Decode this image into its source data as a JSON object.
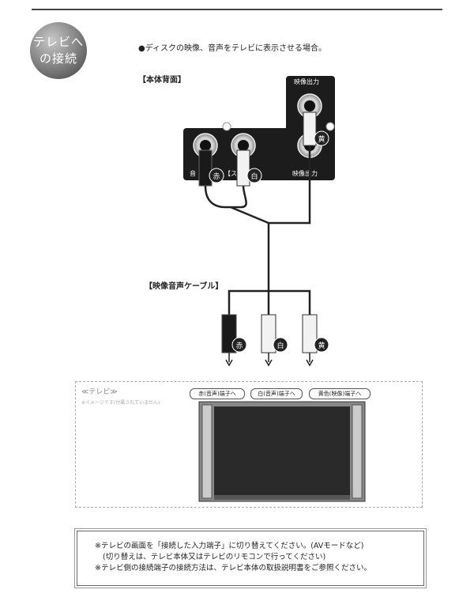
{
  "badge": {
    "line1": "テレビへ",
    "line2": "の接続"
  },
  "intro": "●ディスクの映像、音声をテレビに表示させる場合。",
  "rear_panel": {
    "label": "【本体背面】",
    "video_out_top": "映像出力",
    "video_out_bottom": "映像出力",
    "audio_out_fragment": "音",
    "audio_bracket": "【",
    "audio_tag": "ス"
  },
  "plugs_top": {
    "red": "赤",
    "white": "白",
    "yellow": "黄"
  },
  "cable": {
    "label": "【映像音声ケーブル】",
    "red": "赤",
    "white": "白",
    "yellow": "黄"
  },
  "tv": {
    "label": "≪テレビ≫",
    "note": "※イメージです(付属されていません)",
    "tags": [
      "赤(音声)端子へ",
      "白(音声)端子へ",
      "黄色(映像)端子へ"
    ]
  },
  "notes": {
    "line1": "※テレビの画面を「接続した入力端子」に切り替えてください。(AVモードなど)",
    "line2": "(切り替えは、テレビ本体又はテレビのリモコンで行ってください)",
    "line3": "※テレビ側の接続端子の接続方法は、テレビ本体の取扱説明書をご参照ください。"
  },
  "colors": {
    "panel": "#1c1c1c",
    "plug_dark": "#1a1a1a",
    "plug_light": "#f2f2f2",
    "screen": "#2a2a2a"
  }
}
